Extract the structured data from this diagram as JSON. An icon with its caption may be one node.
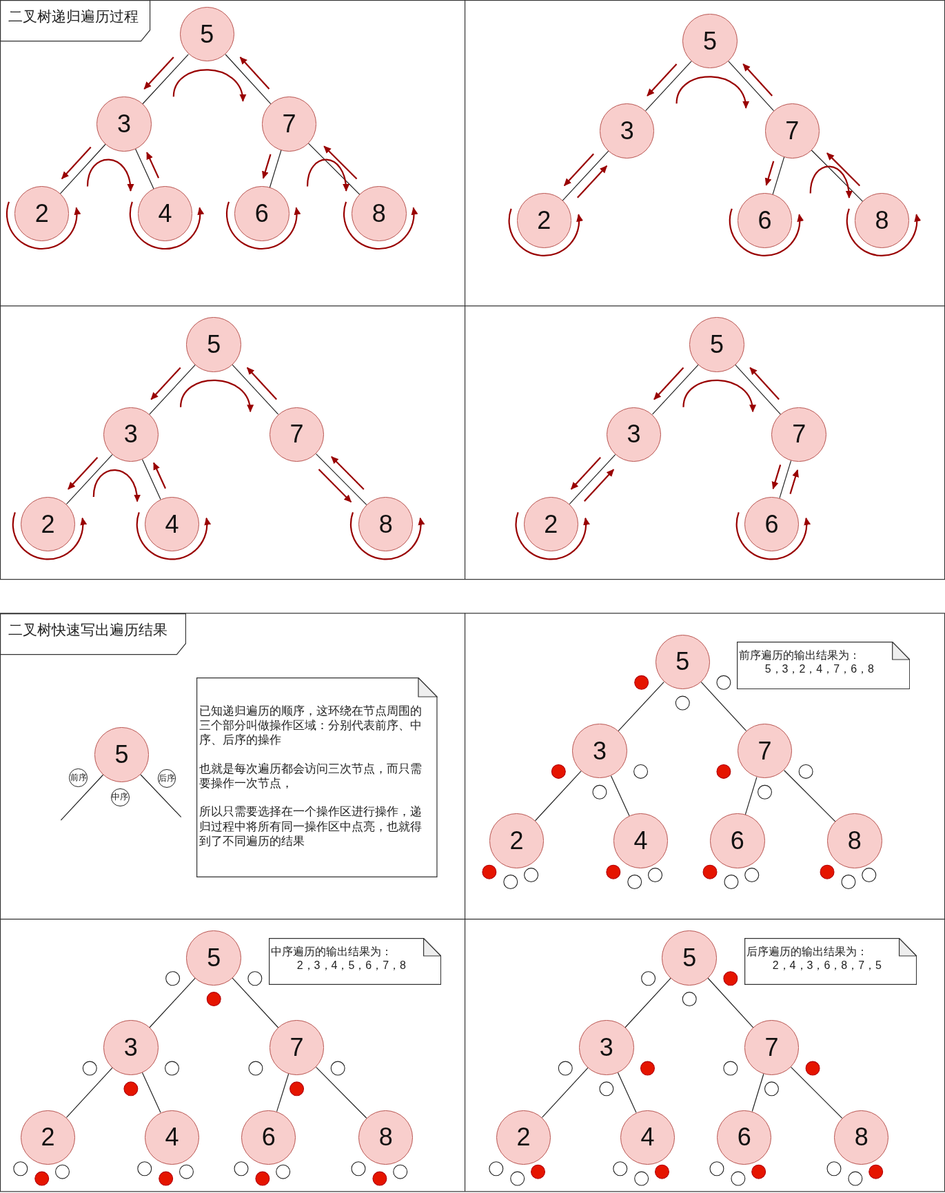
{
  "diagram": {
    "nodes": [
      {
        "text": [
          "二叉树递归遍历过程"
        ]
      },
      {
        "text": [
          "5"
        ]
      },
      {
        "text": [
          "3"
        ]
      },
      {
        "text": [
          "7"
        ]
      },
      {
        "text": [
          "2"
        ]
      },
      {
        "text": [
          "4"
        ]
      },
      {
        "text": [
          "6"
        ]
      },
      {
        "text": [
          "8"
        ]
      },
      {
        "text": [
          "5"
        ]
      },
      {
        "text": [
          "3"
        ]
      },
      {
        "text": [
          "7"
        ]
      },
      {
        "text": [
          "2"
        ]
      },
      {
        "text": [
          "6"
        ]
      },
      {
        "text": [
          "8"
        ]
      },
      {
        "text": [
          "5"
        ]
      },
      {
        "text": [
          "3"
        ]
      },
      {
        "text": [
          "7"
        ]
      },
      {
        "text": [
          "2"
        ]
      },
      {
        "text": [
          "4"
        ]
      },
      {
        "text": [
          "8"
        ]
      },
      {
        "text": [
          "5"
        ]
      },
      {
        "text": [
          "3"
        ]
      },
      {
        "text": [
          "7"
        ]
      },
      {
        "text": [
          "2"
        ]
      },
      {
        "text": [
          "6"
        ]
      },
      {
        "text": [
          "二叉树快速写出遍历结果"
        ]
      },
      {
        "text": [
          "5"
        ]
      },
      {
        "text": [
          "前序"
        ]
      },
      {
        "text": [
          "中序"
        ]
      },
      {
        "text": [
          "后序"
        ]
      },
      {
        "text": [
          "已知递归遍历的顺序，这环绕在节点周围的三个部分叫做操作区域：分别代表前序、中序、后序的操作",
          "也就是每次遍历都会访问三次节点，而只需要操作一次节点，",
          "所以只需要选择在一个操作区进行操作，递归过程中将所有同一操作区中点亮，也就得到了不同遍历的结果"
        ]
      },
      {
        "text": [
          "5"
        ]
      },
      {
        "text": [
          "3"
        ]
      },
      {
        "text": [
          "7"
        ]
      },
      {
        "text": [
          "2"
        ]
      },
      {
        "text": [
          "4"
        ]
      },
      {
        "text": [
          "6"
        ]
      },
      {
        "text": [
          "8"
        ]
      },
      {
        "text": [
          "前序遍历的输出结果为：",
          "5，3，2，4，7，6，8"
        ]
      },
      {
        "text": [
          "5"
        ]
      },
      {
        "text": [
          "3"
        ]
      },
      {
        "text": [
          "7"
        ]
      },
      {
        "text": [
          "2"
        ]
      },
      {
        "text": [
          "4"
        ]
      },
      {
        "text": [
          "6"
        ]
      },
      {
        "text": [
          "8"
        ]
      },
      {
        "text": [
          "中序遍历的输出结果为：",
          "2，3，4，5，6，7，8"
        ]
      },
      {
        "text": [
          "5"
        ]
      },
      {
        "text": [
          "3"
        ]
      },
      {
        "text": [
          "7"
        ]
      },
      {
        "text": [
          "2"
        ]
      },
      {
        "text": [
          "4"
        ]
      },
      {
        "text": [
          "6"
        ]
      },
      {
        "text": [
          "8"
        ]
      },
      {
        "text": [
          "后序遍历的输出结果为：",
          "2，4，3，6，8，7，5"
        ]
      }
    ],
    "edges": [
      {
        "from": 1,
        "to": 2,
        "arrow": "none",
        "color": "#222222"
      },
      {
        "from": 1,
        "to": 3,
        "arrow": "none",
        "color": "#222222"
      },
      {
        "from": 2,
        "to": 4,
        "arrow": "none",
        "color": "#222222"
      },
      {
        "from": 2,
        "to": 5,
        "arrow": "none",
        "color": "#222222"
      },
      {
        "from": 3,
        "to": 6,
        "arrow": "none",
        "color": "#222222"
      },
      {
        "from": 3,
        "to": 7,
        "arrow": "none",
        "color": "#222222"
      },
      {
        "from": 8,
        "to": 9,
        "arrow": "none",
        "color": "#222222"
      },
      {
        "from": 8,
        "to": 10,
        "arrow": "none",
        "color": "#222222"
      },
      {
        "from": 9,
        "to": 11,
        "arrow": "none",
        "color": "#222222"
      },
      {
        "from": 10,
        "to": 12,
        "arrow": "none",
        "color": "#222222"
      },
      {
        "from": 10,
        "to": 13,
        "arrow": "none",
        "color": "#222222"
      },
      {
        "from": 14,
        "to": 15,
        "arrow": "none",
        "color": "#222222"
      },
      {
        "from": 14,
        "to": 16,
        "arrow": "none",
        "color": "#222222"
      },
      {
        "from": 15,
        "to": 17,
        "arrow": "none",
        "color": "#222222"
      },
      {
        "from": 15,
        "to": 18,
        "arrow": "none",
        "color": "#222222"
      },
      {
        "from": 16,
        "to": 19,
        "arrow": "none",
        "color": "#222222"
      },
      {
        "from": 20,
        "to": 21,
        "arrow": "none",
        "color": "#222222"
      },
      {
        "from": 20,
        "to": 22,
        "arrow": "none",
        "color": "#222222"
      },
      {
        "from": 21,
        "to": 23,
        "arrow": "none",
        "color": "#222222"
      },
      {
        "from": 22,
        "to": 24,
        "arrow": "none",
        "color": "#222222"
      },
      {
        "from": 26,
        "to": null,
        "arrow": "none",
        "color": "#222222"
      },
      {
        "from": 26,
        "to": null,
        "arrow": "none",
        "color": "#222222"
      },
      {
        "from": 31,
        "to": 32,
        "arrow": "none",
        "color": "#222222"
      },
      {
        "from": 31,
        "to": 33,
        "arrow": "none",
        "color": "#222222"
      },
      {
        "from": 32,
        "to": 34,
        "arrow": "none",
        "color": "#222222"
      },
      {
        "from": 32,
        "to": 35,
        "arrow": "none",
        "color": "#222222"
      },
      {
        "from": 33,
        "to": 36,
        "arrow": "none",
        "color": "#222222"
      },
      {
        "from": 33,
        "to": 37,
        "arrow": "none",
        "color": "#222222"
      },
      {
        "from": 39,
        "to": 40,
        "arrow": "none",
        "color": "#222222"
      },
      {
        "from": 39,
        "to": 41,
        "arrow": "none",
        "color": "#222222"
      },
      {
        "from": 40,
        "to": 42,
        "arrow": "none",
        "color": "#222222"
      },
      {
        "from": 40,
        "to": 43,
        "arrow": "none",
        "color": "#222222"
      },
      {
        "from": 41,
        "to": 44,
        "arrow": "none",
        "color": "#222222"
      },
      {
        "from": 41,
        "to": 45,
        "arrow": "none",
        "color": "#222222"
      },
      {
        "from": 47,
        "to": 48,
        "arrow": "none",
        "color": "#222222"
      },
      {
        "from": 47,
        "to": 49,
        "arrow": "none",
        "color": "#222222"
      },
      {
        "from": 48,
        "to": 50,
        "arrow": "none",
        "color": "#222222"
      },
      {
        "from": 48,
        "to": 51,
        "arrow": "none",
        "color": "#222222"
      },
      {
        "from": 49,
        "to": 52,
        "arrow": "none",
        "color": "#222222"
      },
      {
        "from": 49,
        "to": 53,
        "arrow": "none",
        "color": "#222222"
      },
      {
        "from": 1,
        "to": 2,
        "arrow": "to",
        "color": "#990000"
      },
      {
        "from": 3,
        "to": 1,
        "arrow": "to",
        "color": "#990000"
      },
      {
        "from": 2,
        "to": 3,
        "arrow": "to",
        "color": "#990000"
      },
      {
        "from": 2,
        "to": 4,
        "arrow": "to",
        "color": "#990000"
      },
      {
        "from": 5,
        "to": 2,
        "arrow": "to",
        "color": "#990000"
      },
      {
        "from": 4,
        "to": 5,
        "arrow": "to",
        "color": "#990000"
      },
      {
        "from": 4,
        "to": 4,
        "arrow": "to",
        "color": "#990000"
      },
      {
        "from": 5,
        "to": 5,
        "arrow": "to",
        "color": "#990000"
      },
      {
        "from": 3,
        "to": 6,
        "arrow": "to",
        "color": "#990000"
      },
      {
        "from": 7,
        "to": 3,
        "arrow": "to",
        "color": "#990000"
      },
      {
        "from": 6,
        "to": 7,
        "arrow": "to",
        "color": "#990000"
      },
      {
        "from": 6,
        "to": 6,
        "arrow": "to",
        "color": "#990000"
      },
      {
        "from": 7,
        "to": 7,
        "arrow": "to",
        "color": "#990000"
      },
      {
        "from": 8,
        "to": 9,
        "arrow": "to",
        "color": "#990000"
      },
      {
        "from": 10,
        "to": 8,
        "arrow": "to",
        "color": "#990000"
      },
      {
        "from": 9,
        "to": 10,
        "arrow": "to",
        "color": "#990000"
      },
      {
        "from": 9,
        "to": 11,
        "arrow": "to",
        "color": "#990000"
      },
      {
        "from": 11,
        "to": 9,
        "arrow": "to",
        "color": "#990000"
      },
      {
        "from": 11,
        "to": 11,
        "arrow": "to",
        "color": "#990000"
      },
      {
        "from": 10,
        "to": 12,
        "arrow": "to",
        "color": "#990000"
      },
      {
        "from": 13,
        "to": 10,
        "arrow": "to",
        "color": "#990000"
      },
      {
        "from": 12,
        "to": 13,
        "arrow": "to",
        "color": "#990000"
      },
      {
        "from": 12,
        "to": 12,
        "arrow": "to",
        "color": "#990000"
      },
      {
        "from": 13,
        "to": 13,
        "arrow": "to",
        "color": "#990000"
      },
      {
        "from": 14,
        "to": 15,
        "arrow": "to",
        "color": "#990000"
      },
      {
        "from": 16,
        "to": 14,
        "arrow": "to",
        "color": "#990000"
      },
      {
        "from": 15,
        "to": 16,
        "arrow": "to",
        "color": "#990000"
      },
      {
        "from": 15,
        "to": 17,
        "arrow": "to",
        "color": "#990000"
      },
      {
        "from": 18,
        "to": 15,
        "arrow": "to",
        "color": "#990000"
      },
      {
        "from": 17,
        "to": 18,
        "arrow": "to",
        "color": "#990000"
      },
      {
        "from": 17,
        "to": 17,
        "arrow": "to",
        "color": "#990000"
      },
      {
        "from": 18,
        "to": 18,
        "arrow": "to",
        "color": "#990000"
      },
      {
        "from": 16,
        "to": 19,
        "arrow": "to",
        "color": "#990000"
      },
      {
        "from": 19,
        "to": 16,
        "arrow": "to",
        "color": "#990000"
      },
      {
        "from": 19,
        "to": 19,
        "arrow": "to",
        "color": "#990000"
      },
      {
        "from": 20,
        "to": 21,
        "arrow": "to",
        "color": "#990000"
      },
      {
        "from": 22,
        "to": 20,
        "arrow": "to",
        "color": "#990000"
      },
      {
        "from": 21,
        "to": 22,
        "arrow": "to",
        "color": "#990000"
      },
      {
        "from": 21,
        "to": 23,
        "arrow": "to",
        "color": "#990000"
      },
      {
        "from": 23,
        "to": 21,
        "arrow": "to",
        "color": "#990000"
      },
      {
        "from": 23,
        "to": 23,
        "arrow": "to",
        "color": "#990000"
      },
      {
        "from": 22,
        "to": 24,
        "arrow": "to",
        "color": "#990000"
      },
      {
        "from": 24,
        "to": 22,
        "arrow": "to",
        "color": "#990000"
      },
      {
        "from": 24,
        "to": 24,
        "arrow": "to",
        "color": "#990000"
      }
    ]
  }
}
